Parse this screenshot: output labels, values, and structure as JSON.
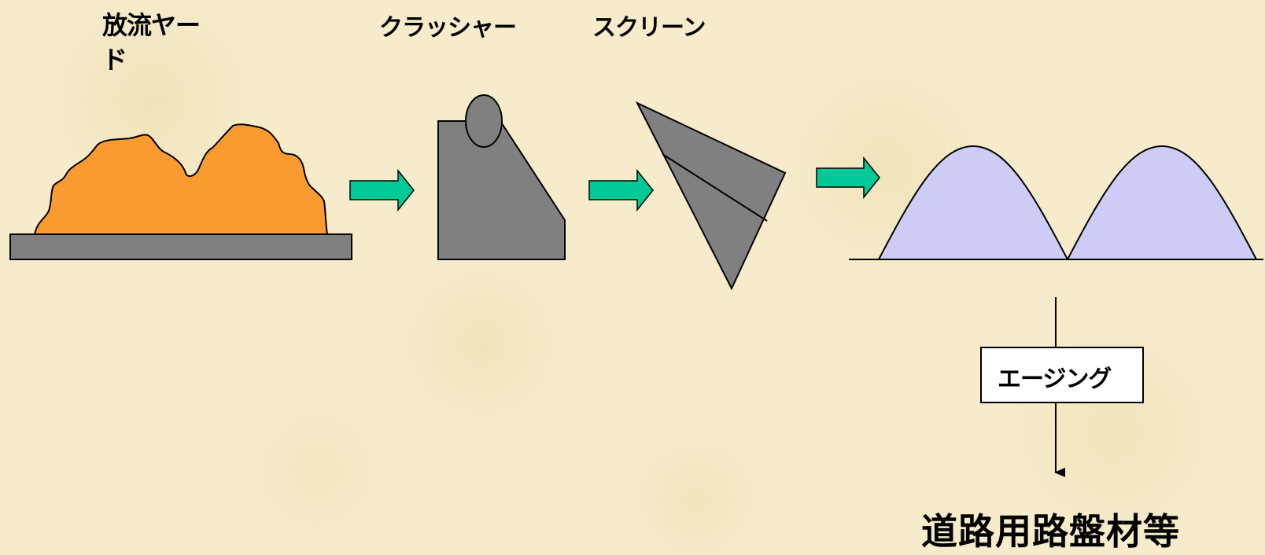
{
  "labels": {
    "yard": "放流ヤード",
    "crusher": "クラッシャー",
    "screen": "スクリーン",
    "aging": "エージング",
    "output": "道路用路盤材等"
  },
  "colors": {
    "background": "#f6eccb",
    "pile_orange": "#f99b30",
    "machine_gray": "#808080",
    "flow_arrow": "#00c896",
    "stockpile_lavender": "#ccccf7"
  }
}
